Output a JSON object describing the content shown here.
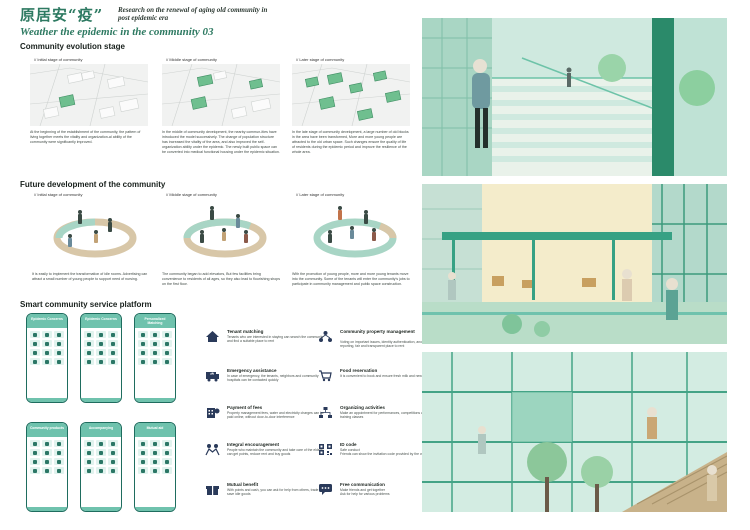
{
  "header": {
    "title_cn": "原居安“疫”",
    "subtitle": "Research on the renewal of aging old community in post epidemic era",
    "main_title": "Weather the epidemic in the community 03"
  },
  "evolution": {
    "title": "Community evolution stage",
    "stages": [
      {
        "label": "// Initial stage of community",
        "text": "At the beginning of the establishment of the community, the pattern of living together meets the vitality and organization-al ability of the community were significantly improved."
      },
      {
        "label": "// Middle stage of community",
        "text": "In the middle of community development, the nearby commun-ities have introduced the model successively. The change of population structure has increased the vitality of the area, and also improved the self-organization ability under the epidemic. The newly built public space can be converted into medical functional housing under the epidemic situation."
      },
      {
        "label": "// Later stage of community",
        "text": "In the late stage of community development, a large number of old blocks in the area have been transformed, More and more young people are attracted to the old urban space. Such changes ensure the quality of life of residents during the epidemic period and improve the resilience of the whole area."
      }
    ]
  },
  "future": {
    "title": "Future development of the community",
    "stages": [
      {
        "label": "// Initial stage of community",
        "text": "It is easily to implement the transformation of idle rooms. Advertising can attract a small number of young people to support need of nursing."
      },
      {
        "label": "// Middle stage of community",
        "text": "The community began to add elevators, But few facilities bring convenience to residents of all ages, so they also lead to flourishing shops on the first floor."
      },
      {
        "label": "// Later stage of community",
        "text": "With the promotion of young people, more and more young tenants move into the community. Some of the tenants will enter the community's jobs to participate in community management and public space construction."
      }
    ]
  },
  "platform": {
    "title": "Smart community service platform",
    "phones": [
      {
        "title": "Epidemic Concerns"
      },
      {
        "title": "Epidemic Concerns"
      },
      {
        "title": "Personalized Matching"
      },
      {
        "title": "Community products"
      },
      {
        "title": "Accompanying"
      },
      {
        "title": "Mutual aid"
      }
    ],
    "services": [
      {
        "icon": "house-icon",
        "name": "Tenant matching",
        "desc": "Tenants who are interested in staying can search the community and find a suitable place to rent"
      },
      {
        "icon": "people-network-icon",
        "name": "Community property management",
        "desc": "Voting on important issues, identity authentication, anonymous reporting, fair and transparent place to rent"
      },
      {
        "icon": "ambulance-icon",
        "name": "Emergency assistance",
        "desc": "In case of emergency, the tenants, neighbors and community hospitals can be contacted quickly"
      },
      {
        "icon": "food-cart-icon",
        "name": "Food reservation",
        "desc": "It is convenient to book and ensure fresh milk and newspaper"
      },
      {
        "icon": "building-fee-icon",
        "name": "Payment of fees",
        "desc": "Property management fees, water and electricity charges can be paid online, without door-to-door interference"
      },
      {
        "icon": "org-chart-icon",
        "name": "Organizing activities",
        "desc": "Make an appointment for performances, competitions and training classes"
      },
      {
        "icon": "handshake-icon",
        "name": "Integral encouragement",
        "desc": "People who maintain the community and take care of the elderly can get points, reduce rent and buy goods"
      },
      {
        "icon": "qr-code-icon",
        "name": "ID code",
        "desc": "Safe conduct\nFriends can show the invitation code provided by the owner"
      },
      {
        "icon": "gift-icon",
        "name": "Mutual benefit",
        "desc": "With points and cash, you can ask for help from others, trade and save idle goods"
      },
      {
        "icon": "chat-icon",
        "name": "Free communication",
        "desc": "Make friends and get together\nAsk for help for various problems"
      }
    ]
  },
  "colors": {
    "accent": "#2e7a62",
    "mint": "#6fc2ad",
    "ring_green": "#a8d5c5",
    "ring_tan": "#d8c7a8"
  }
}
